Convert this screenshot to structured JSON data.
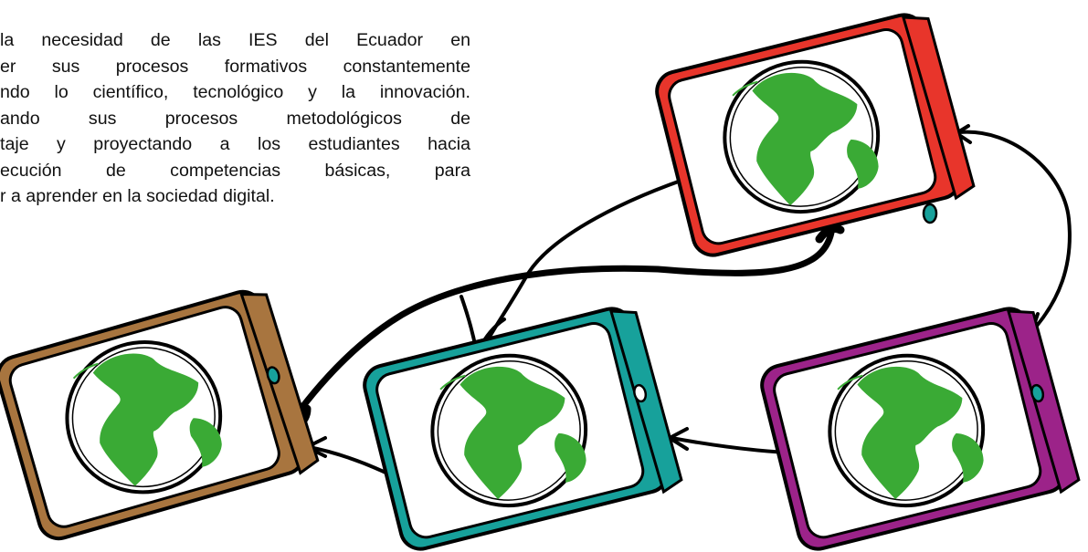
{
  "intro": {
    "lines": [
      "la necesidad de las IES del Ecuador en",
      "er sus procesos formativos constantemente",
      "ndo lo científico, tecnológico y la innovación.",
      "ando sus procesos metodológicos de",
      "taje y proyectando a los estudiantes hacia",
      "ecución de competencias básicas, para",
      "r a aprender en la sociedad digital."
    ]
  },
  "diagram": {
    "nodes": [
      {
        "id": "tv-red",
        "frame_color": "#e8352b"
      },
      {
        "id": "tv-brown",
        "frame_color": "#a8753f"
      },
      {
        "id": "tv-teal",
        "frame_color": "#17a19b"
      },
      {
        "id": "tv-purple",
        "frame_color": "#9c2389"
      }
    ],
    "globe": {
      "land_color": "#3aaa35",
      "screen_color": "#ffffff",
      "knob_color": "#17a19b"
    },
    "edges": [
      {
        "from": "tv-red",
        "to": "tv-teal",
        "style": "double-arrow"
      },
      {
        "from": "tv-red",
        "to": "tv-brown",
        "style": "heavy-double-arrow"
      },
      {
        "from": "tv-red",
        "to": "tv-purple",
        "style": "double-arrow"
      },
      {
        "from": "tv-brown",
        "to": "tv-teal",
        "style": "double-arrow"
      },
      {
        "from": "tv-teal",
        "to": "tv-purple",
        "style": "double-arrow"
      }
    ]
  }
}
